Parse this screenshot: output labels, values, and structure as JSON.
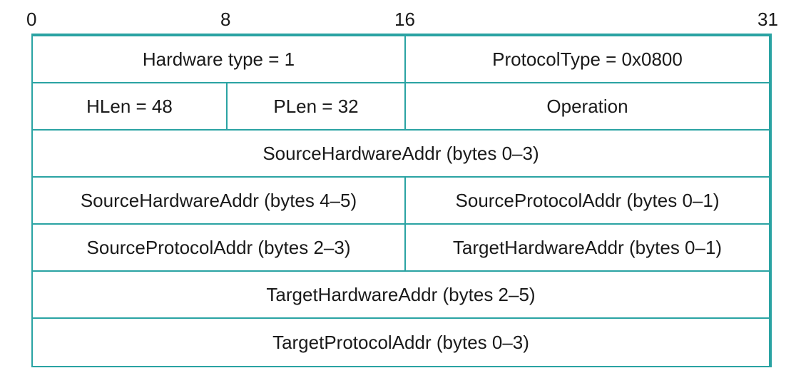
{
  "bit_positions": [
    "0",
    "8",
    "16",
    "31"
  ],
  "rows": [
    {
      "cells": [
        {
          "id": "hardware-type",
          "text": "Hardware type = 1"
        },
        {
          "id": "protocol-type",
          "text": "ProtocolType = 0x0800"
        }
      ]
    },
    {
      "cells": [
        {
          "id": "hlen",
          "text": "HLen = 48"
        },
        {
          "id": "plen",
          "text": "PLen = 32"
        },
        {
          "id": "operation",
          "text": "Operation"
        }
      ]
    },
    {
      "cells": [
        {
          "id": "source-hardware-addr-0-3",
          "text": "SourceHardwareAddr (bytes 0–3)"
        }
      ]
    },
    {
      "cells": [
        {
          "id": "source-hardware-addr-4-5",
          "text": "SourceHardwareAddr (bytes 4–5)"
        },
        {
          "id": "source-protocol-addr-0-1",
          "text": "SourceProtocolAddr (bytes 0–1)"
        }
      ]
    },
    {
      "cells": [
        {
          "id": "source-protocol-addr-2-3",
          "text": "SourceProtocolAddr (bytes 2–3)"
        },
        {
          "id": "target-hardware-addr-0-1",
          "text": "TargetHardwareAddr (bytes 0–1)"
        }
      ]
    },
    {
      "cells": [
        {
          "id": "target-hardware-addr-2-5",
          "text": "TargetHardwareAddr (bytes 2–5)"
        }
      ]
    },
    {
      "cells": [
        {
          "id": "target-protocol-addr-0-3",
          "text": "TargetProtocolAddr (bytes 0–3)"
        }
      ]
    }
  ],
  "colors": {
    "border": "#2aa3a3",
    "text": "#1a1a1a",
    "background": "#ffffff"
  }
}
